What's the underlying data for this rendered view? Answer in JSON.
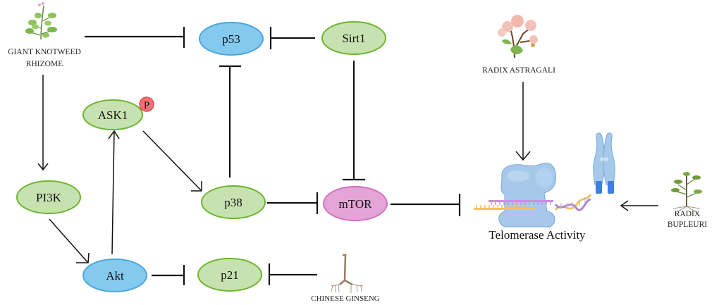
{
  "nodes": {
    "p53": {
      "label": "p53",
      "color": "#84c9ee",
      "stroke": "#4aa6dd"
    },
    "sirt1": {
      "label": "Sirt1",
      "color": "#c7e2b0",
      "stroke": "#6cb52f"
    },
    "ask1": {
      "label": "ASK1",
      "color": "#c7e2b0",
      "stroke": "#6cb52f"
    },
    "phospho": {
      "label": "P",
      "color": "#f27178",
      "stroke": "#e24a55"
    },
    "pi3k": {
      "label": "PI3K",
      "color": "#c7e2b0",
      "stroke": "#6cb52f"
    },
    "p38": {
      "label": "p38",
      "color": "#c7e2b0",
      "stroke": "#6cb52f"
    },
    "mtor": {
      "label": "mTOR",
      "color": "#e3a4d6",
      "stroke": "#d470c6"
    },
    "akt": {
      "label": "Akt",
      "color": "#84c9ee",
      "stroke": "#4aa6dd"
    },
    "p21": {
      "label": "p21",
      "color": "#c7e2b0",
      "stroke": "#6cb52f"
    }
  },
  "herbs": {
    "giant_knotweed": {
      "line1": "GIANT KNOTWEED",
      "line2": "RHIZOME"
    },
    "radix_astragali": {
      "line1": "RADIX ASTRAGALI"
    },
    "radix_bupleuri": {
      "line1": "RADIX",
      "line2": "BUPLEURI"
    },
    "chinese_ginseng": {
      "line1": "CHINESE GINSENG"
    }
  },
  "target": {
    "label": "Telomerase Activity"
  },
  "edges": [
    {
      "from": "GIANT KNOTWEED RHIZOME",
      "to": "p53",
      "type": "inhibit"
    },
    {
      "from": "Sirt1",
      "to": "p53",
      "type": "inhibit"
    },
    {
      "from": "GIANT KNOTWEED RHIZOME",
      "to": "PI3K",
      "type": "activate"
    },
    {
      "from": "PI3K",
      "to": "Akt",
      "type": "activate"
    },
    {
      "from": "Akt",
      "to": "ASK1",
      "type": "activate"
    },
    {
      "from": "ASK1",
      "to": "p38",
      "type": "activate"
    },
    {
      "from": "p38",
      "to": "p53",
      "type": "inhibit"
    },
    {
      "from": "Sirt1",
      "to": "mTOR",
      "type": "inhibit"
    },
    {
      "from": "p38",
      "to": "mTOR",
      "type": "inhibit"
    },
    {
      "from": "mTOR",
      "to": "Telomerase Activity",
      "type": "inhibit"
    },
    {
      "from": "Akt",
      "to": "p21",
      "type": "inhibit"
    },
    {
      "from": "CHINESE GINSENG",
      "to": "p21",
      "type": "inhibit"
    },
    {
      "from": "RADIX ASTRAGALI",
      "to": "Telomerase Activity",
      "type": "activate"
    },
    {
      "from": "RADIX BUPLEURI",
      "to": "Telomerase Activity",
      "type": "activate"
    }
  ]
}
